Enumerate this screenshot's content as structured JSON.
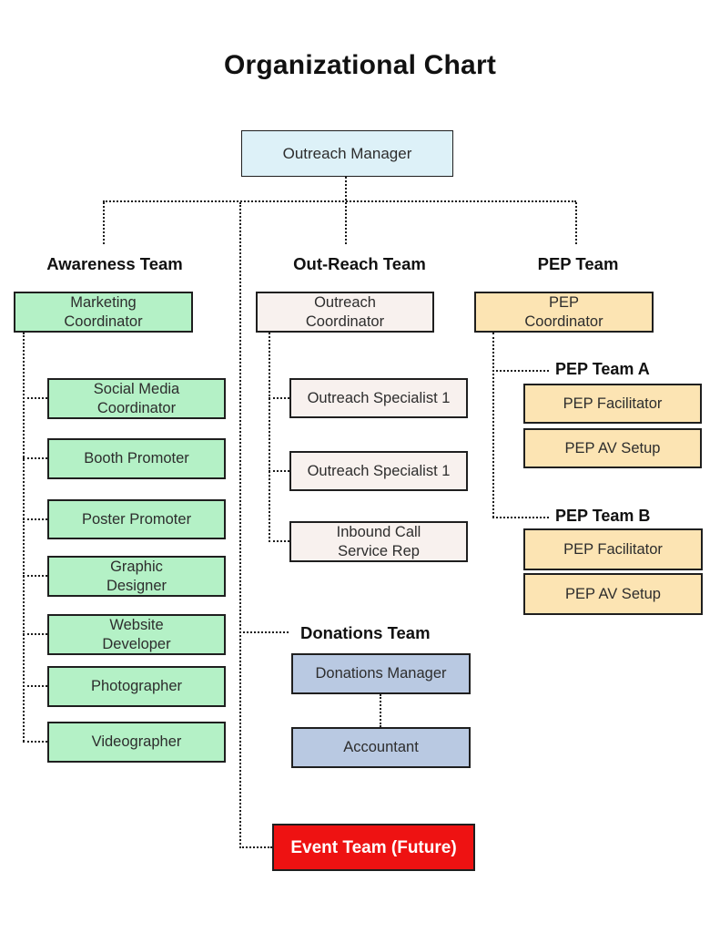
{
  "title": "Organizational Chart",
  "root_label": "Outreach Manager",
  "teams": {
    "awareness": {
      "heading": "Awareness Team",
      "lead": "Marketing\nCoordinator",
      "members": [
        "Social Media\nCoordinator",
        "Booth Promoter",
        "Poster Promoter",
        "Graphic\nDesigner",
        "Website\nDeveloper",
        "Photographer",
        "Videographer"
      ]
    },
    "outreach": {
      "heading": "Out-Reach Team",
      "lead": "Outreach\nCoordinator",
      "members": [
        "Outreach Specialist 1",
        "Outreach Specialist 1",
        "Inbound Call\nService Rep"
      ]
    },
    "pep": {
      "heading": "PEP Team",
      "lead": "PEP\nCoordinator",
      "subteams": [
        {
          "heading": "PEP Team A",
          "members": [
            "PEP Facilitator",
            "PEP AV Setup"
          ]
        },
        {
          "heading": "PEP Team B",
          "members": [
            "PEP Facilitator",
            "PEP AV Setup"
          ]
        }
      ]
    },
    "donations": {
      "heading": "Donations Team",
      "members": [
        "Donations Manager",
        "Accountant"
      ]
    },
    "future": {
      "label": "Event Team (Future)"
    }
  },
  "colors": {
    "root_fill": "#ddf1f8",
    "awareness_fill": "#b4f1c6",
    "outreach_fill": "#f8f1ee",
    "pep_fill": "#fce4b3",
    "donations_fill": "#b9c9e2",
    "future_fill": "#ee1212",
    "future_text": "#ffffff",
    "border": "#1f1f1f",
    "text": "#2d2d2d",
    "connector": "#1b1b1b"
  }
}
